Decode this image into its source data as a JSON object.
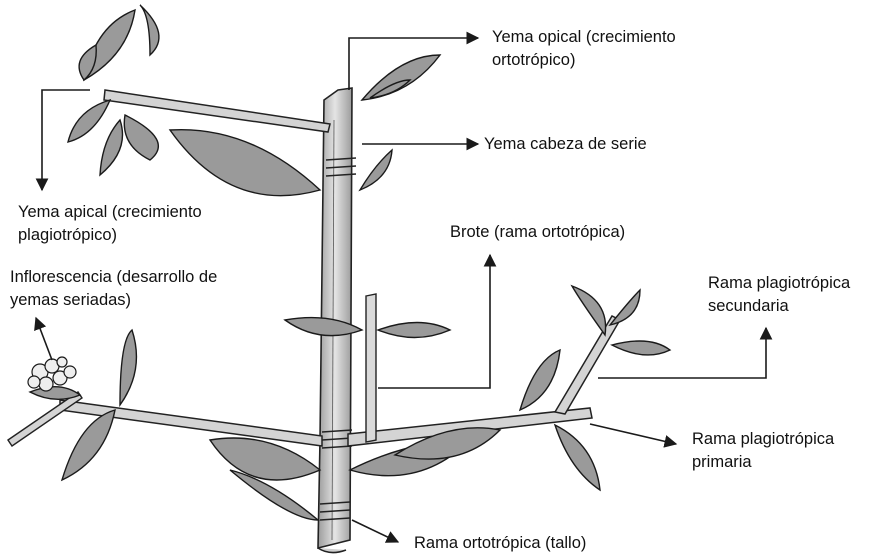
{
  "labels": {
    "yema_opical": {
      "line1": "Yema opical (crecimiento",
      "line2": "ortotrópico)"
    },
    "yema_cabeza": {
      "line1": "Yema cabeza de serie"
    },
    "yema_apical": {
      "line1": "Yema apical (crecimiento",
      "line2": "plagiotrópico)"
    },
    "brote": {
      "line1": "Brote (rama ortotrópica)"
    },
    "inflorescencia": {
      "line1": "Inflorescencia (desarrollo de",
      "line2": "yemas seriadas)"
    },
    "rama_secundaria": {
      "line1": "Rama plagiotrópica",
      "line2": "secundaria"
    },
    "rama_primaria": {
      "line1": "Rama plagiotrópica",
      "line2": "primaria"
    },
    "rama_tallo": {
      "line1": "Rama ortotrópica (tallo)"
    }
  },
  "colors": {
    "ink": "#1a1a1a",
    "leaf_fill": "#9a9a9a",
    "stem_fill": "#cfcfcf",
    "background": "#ffffff"
  }
}
